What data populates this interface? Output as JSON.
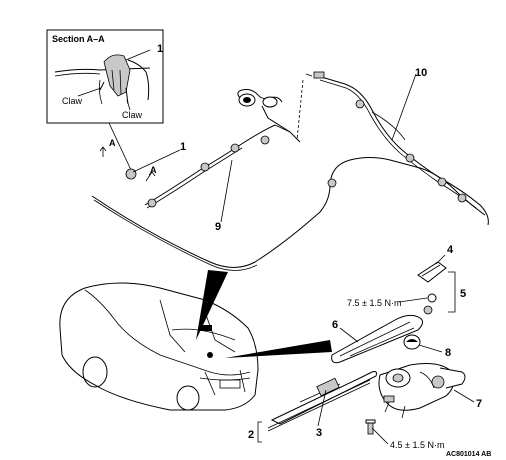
{
  "section_view": {
    "title": "Section A–A",
    "claw_left": "Claw",
    "claw_right": "Claw"
  },
  "callouts": {
    "n1_inset": "1",
    "n1_hose": "1",
    "n2": "2",
    "n3": "3",
    "n4": "4",
    "n5": "5",
    "n6": "6",
    "n7": "7",
    "n8": "8",
    "n9": "9",
    "n10": "10"
  },
  "view_markers": {
    "a_upper": "A",
    "a_lower": "A"
  },
  "torque_specs": {
    "nut": "7.5 ± 1.5 N·m",
    "bolt": "4.5 ± 1.5 N·m"
  },
  "figure_code": "AC801014 AB"
}
